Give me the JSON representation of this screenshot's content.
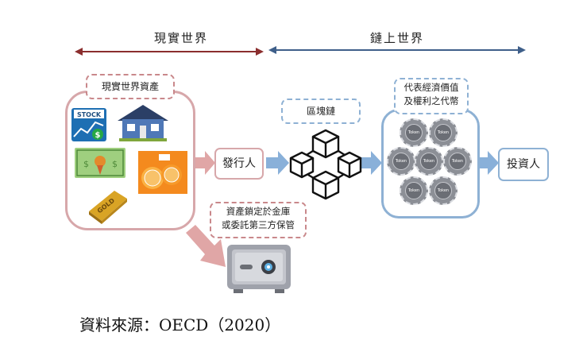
{
  "diagram": {
    "real_world_label": "現實世界",
    "onchain_label": "鏈上世界",
    "real_assets_label": "現實世界資產",
    "asset_icons": [
      "stock-chart-icon",
      "house-icon",
      "banknote-icon",
      "orange-icon",
      "gold-bar-icon"
    ],
    "stock_text": "STOCK",
    "gold_text": "GOLD",
    "issuer_label": "發行人",
    "blockchain_label": "區塊鏈",
    "vault_label_line1": "資產鎖定於金庫",
    "vault_label_line2": "或委託第三方保管",
    "token_rep_line1": "代表經濟價值",
    "token_rep_line2": "及權利之代幣",
    "token_text": "Token",
    "investor_label": "投資人",
    "source": "資料來源：OECD（2020）",
    "colors": {
      "red_accent": "#c9888b",
      "blue_accent": "#5a7fa8",
      "light_blue_border": "#8eb1d4",
      "arrow_blue": "#89b0d9",
      "arrow_pink": "#e0a6a6"
    }
  }
}
